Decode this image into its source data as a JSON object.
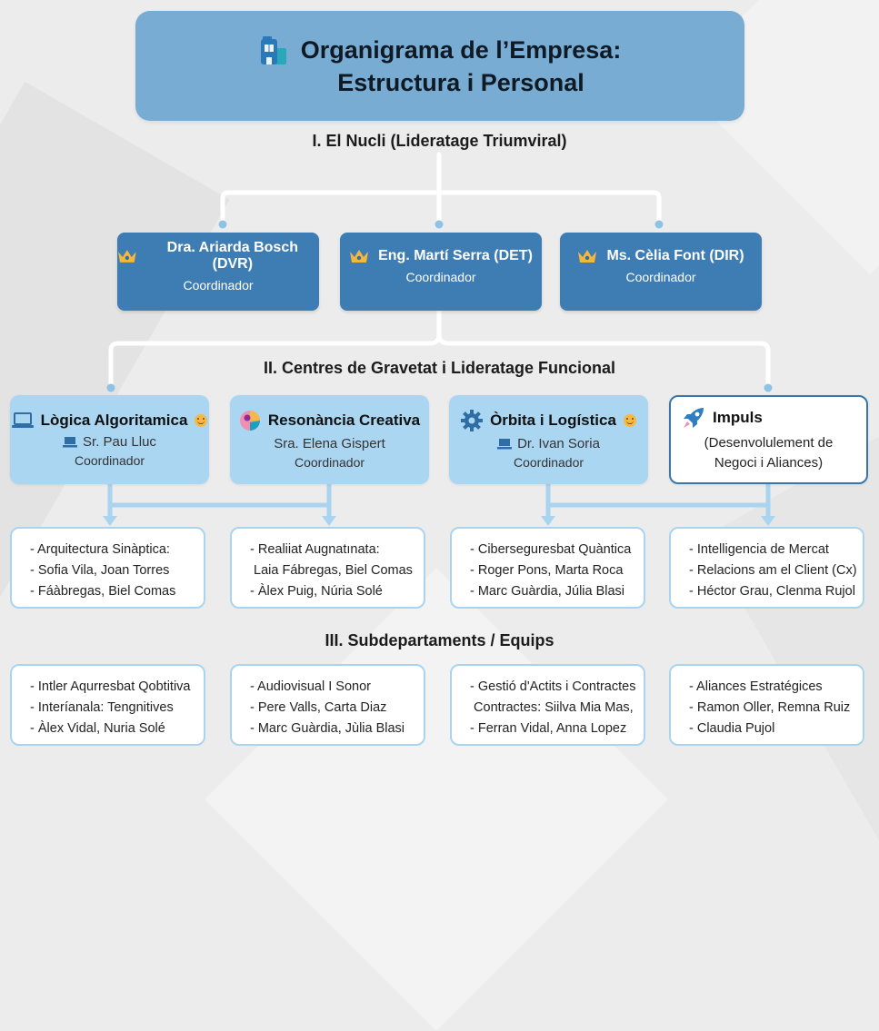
{
  "header": {
    "title_line1": "Organigrama de l’Empresa:",
    "title_line2": "Estructura i Personal",
    "icon": "building-icon"
  },
  "sections": {
    "core": "I. El Nucli (Lideratage Triumviral)",
    "centres": "II. Centres de Gravetat i Lideratage Funcional",
    "teams": "III. Subdepartaments / Equips"
  },
  "leaders": [
    {
      "name": "Dra. Ariarda Bosch (DVR)",
      "role": "Coordinador",
      "icon": "crown-icon"
    },
    {
      "name": "Eng. Martí Serra (DET)",
      "role": "Coordinador",
      "icon": "crown-icon"
    },
    {
      "name": "Ms. Cèlia Font (DIR)",
      "role": "Coordinador",
      "icon": "crown-icon"
    }
  ],
  "departments": [
    {
      "title": "Lògica Algoritamica",
      "lead": "Sr. Pau Lluc",
      "role": "Coordinador",
      "icon": "laptop-icon",
      "badge": "smiley-icon"
    },
    {
      "title": "Resonància Creativa",
      "lead": "Sra. Elena Gispert",
      "role": "Coordinador",
      "icon": "palette-icon"
    },
    {
      "title": "Òrbita i Logística",
      "lead": "Dr. Ivan Soria",
      "role": "Coordinador",
      "icon": "gear-icon",
      "badge": "smiley-icon"
    },
    {
      "title": "Impuls",
      "sub_line1": "(Desenvolulement de",
      "sub_line2": "Negoci i Aliances)",
      "icon": "rocket-icon"
    }
  ],
  "teams_row1": [
    [
      "- Arquitectura Sinàptica:",
      "- Sofia Vila, Joan Torres",
      "- Fáàbregas, Biel Comas"
    ],
    [
      "- Realiiat Augnatınata:",
      " Laia Fábregas, Biel Comas",
      "- Àlex Puig, Núria Solé"
    ],
    [
      "- Ciberseguresbat Quàntica",
      "- Roger Pons, Marta Roca",
      "- Marc Guàrdia, Júlia Blasi"
    ],
    [
      "- Intelligencia de Mercat",
      "- Relacions am el Client (Cx)",
      "- Héctor Grau, Clenma Rujol"
    ]
  ],
  "teams_row2": [
    [
      "- Intler Aqurresbat Qobtitiva",
      "- Interíanala: Tengnitives",
      "- Àlex Vidal, Nuria Solé"
    ],
    [
      "- Audiovisual I Sonor",
      "- Pere Valls, Carta Diaz",
      "- Marc Guàrdia, Jùlia Blasi"
    ],
    [
      "- Gestió d'Actits i Contractes",
      " Contractes: Siilva Mia Mas,",
      "- Ferran Vidal, Anna Lopez"
    ],
    [
      "- Aliances Estratégices",
      "- Ramon Oller, Remna Ruiz",
      "- Claudia Pujol"
    ]
  ],
  "colors": {
    "title_bg": "#78acd2",
    "leader_bg": "#3d7db3",
    "dept_bg": "#abd6f2",
    "team_border": "#a9d4ef",
    "connector_light": "#a9d4ef",
    "connector_white": "#ffffff",
    "accent_outline": "#3b76a9"
  }
}
